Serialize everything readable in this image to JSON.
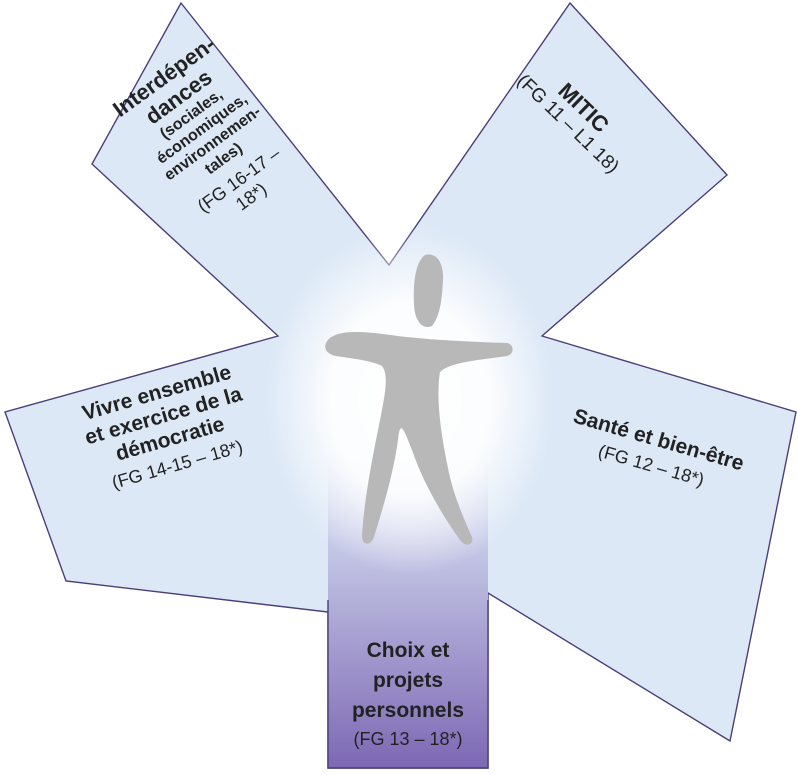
{
  "colors": {
    "arm_fill": "#dce8f6",
    "arm_stroke": "#4a3f78",
    "bottom_arm_top": "#dce8f6",
    "bottom_arm_bottom": "#7d68b4",
    "figure": "#b8b8b8"
  },
  "icon": "human-figure-icon",
  "arms": {
    "mitic": {
      "title": [
        "MITIC"
      ],
      "code": [
        "(FG 11 – L1 18)"
      ]
    },
    "interdependances": {
      "title": [
        "Interdépen-",
        "dances"
      ],
      "subtitle": [
        "(sociales,",
        "économiques,",
        "environnemen-",
        "tales)"
      ],
      "code": [
        "(FG 16-17 –",
        "18*)"
      ]
    },
    "vivre": {
      "title": [
        "Vivre ensemble",
        "et exercice de la",
        "démocratie"
      ],
      "code": [
        "(FG 14-15 – 18*)"
      ]
    },
    "sante": {
      "title": [
        "Santé et bien-être"
      ],
      "code": [
        "(FG 12 – 18*)"
      ]
    },
    "choix": {
      "title": [
        "Choix et",
        "projets",
        "personnels"
      ],
      "code": [
        "(FG 13 – 18*)"
      ]
    }
  }
}
